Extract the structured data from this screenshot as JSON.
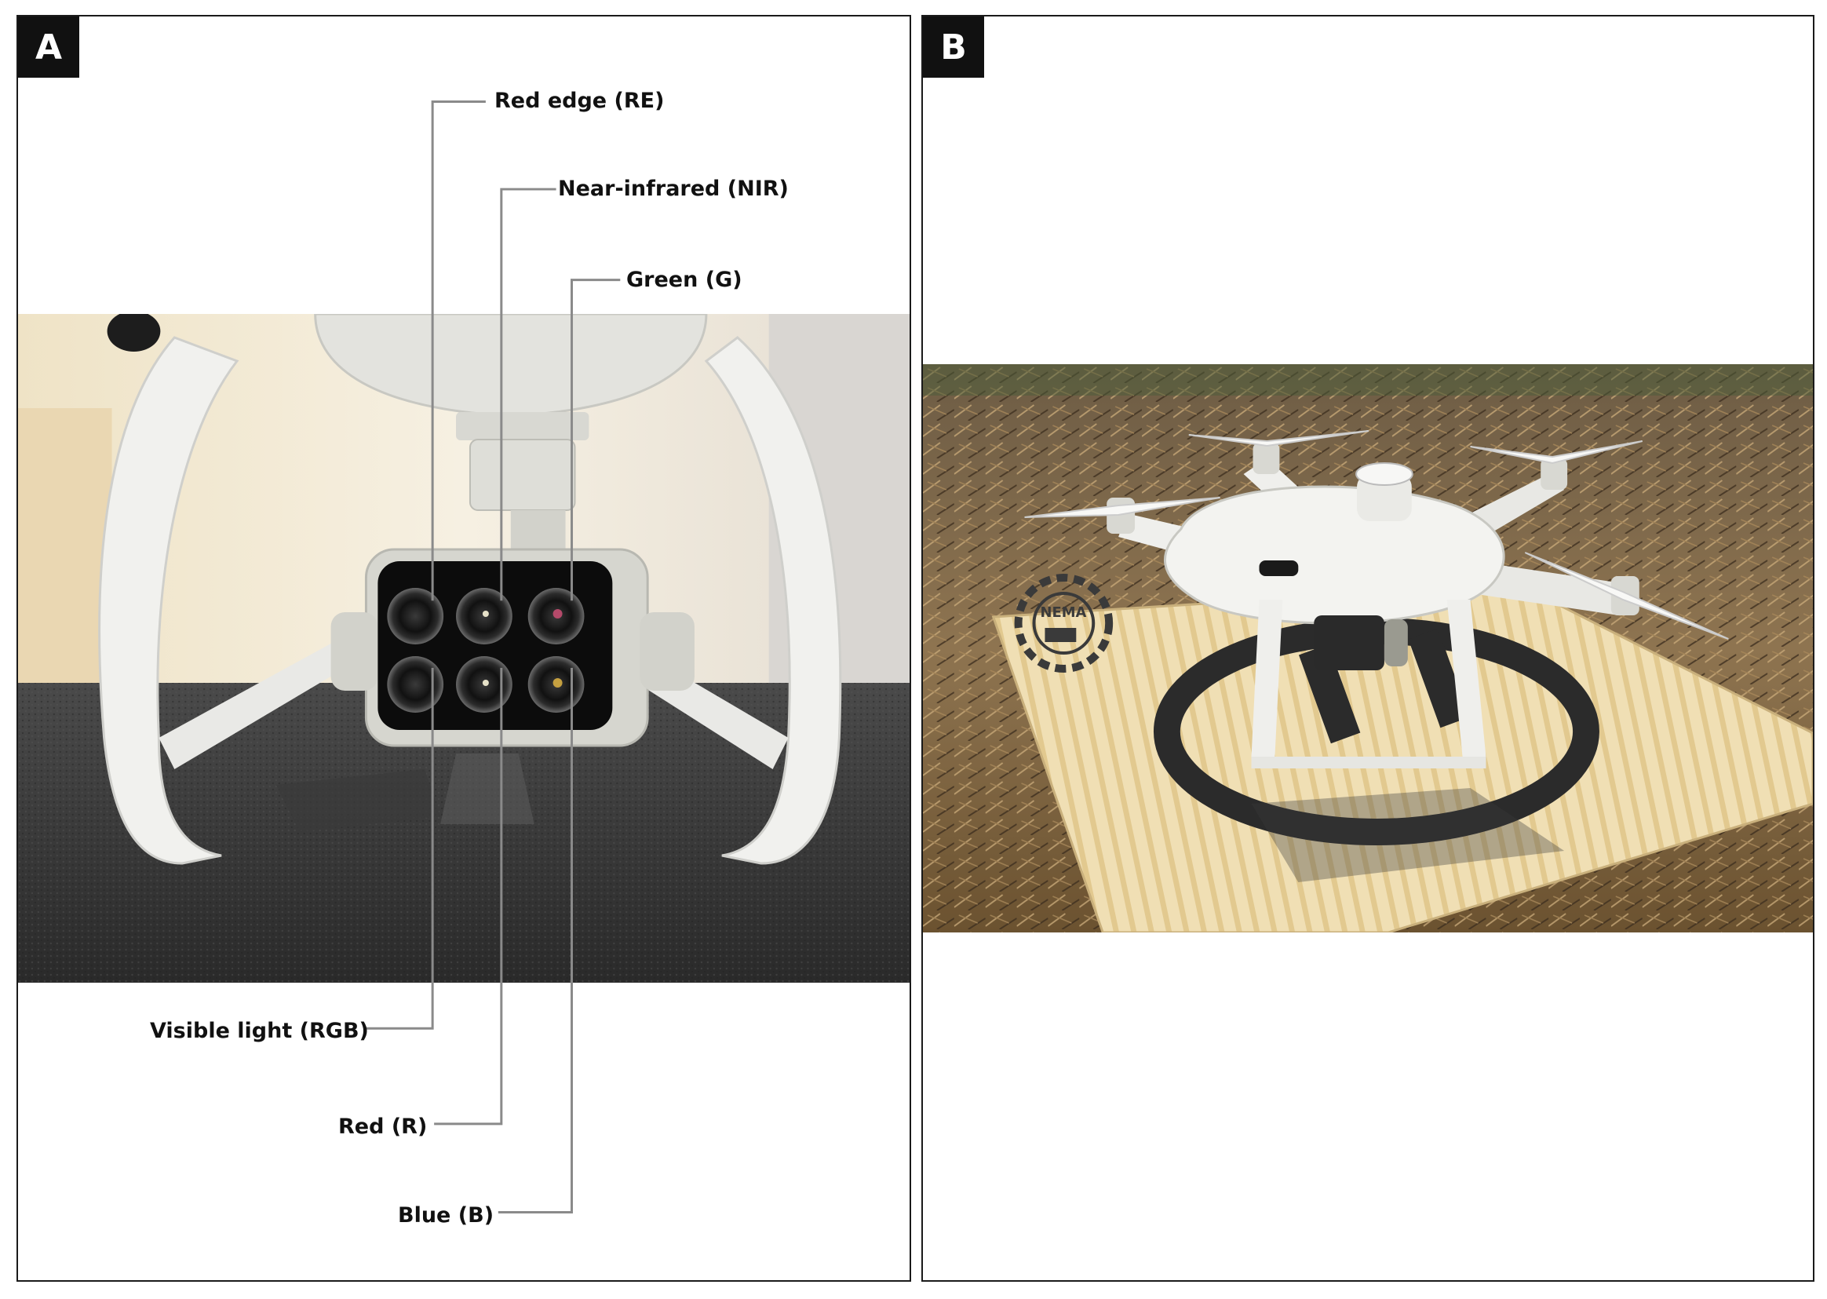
{
  "figure": {
    "panels": [
      {
        "letter": "A",
        "labels": {
          "red_edge": "Red edge (RE)",
          "nir": "Near-infrared (NIR)",
          "green": "Green (G)",
          "rgb": "Visible light (RGB)",
          "red": "Red (R)",
          "blue": "Blue (B)"
        }
      },
      {
        "letter": "B",
        "logo_text": "NEMA"
      }
    ],
    "colors": {
      "leader_line": "#8a8a8a",
      "drone_white": "#eeeeea",
      "camera_black": "#0c0c0c",
      "landing_pad": "#e9d6a8",
      "pad_ring": "#2b2b2b",
      "field_straw": "#8a6a42"
    }
  }
}
